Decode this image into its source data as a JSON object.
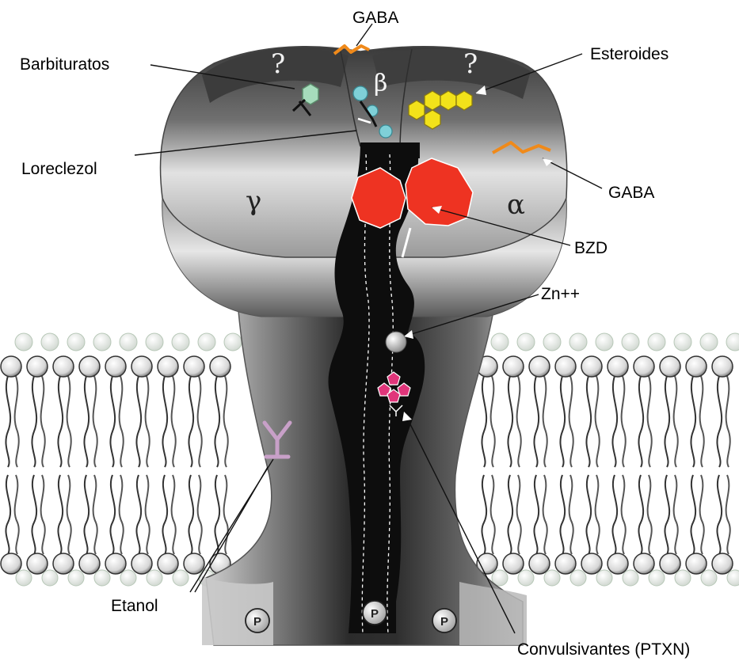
{
  "labels": {
    "gaba_top": "GABA",
    "barbituratos": "Barbituratos",
    "esteroides": "Esteroides",
    "loreclezol": "Loreclezol",
    "gaba_right": "GABA",
    "bzd": "BZD",
    "zn": "Zn++",
    "etanol": "Etanol",
    "convulsivantes": "Convulsivantes (PTXN)"
  },
  "subunits": {
    "gamma": "γ",
    "alpha": "α",
    "beta": "β"
  },
  "unknown_marks": [
    "?",
    "?"
  ],
  "phosphate_marks": [
    "P",
    "P",
    "P"
  ],
  "colors": {
    "receptor_dark": "#2a2a2a",
    "receptor_light": "#d8d8d8",
    "channel": "#0d0d0d",
    "bzd": "#ee3322",
    "steroid": "#f2e21a",
    "gaba": "#f08a1a",
    "barbiturate": "#9fd4b4",
    "loreclezol": "#7fd0d8",
    "convulsant": "#e0357a",
    "ethanol": "#c8a0c8",
    "membrane_head": "#ffffff",
    "membrane_tail": "#333333"
  }
}
